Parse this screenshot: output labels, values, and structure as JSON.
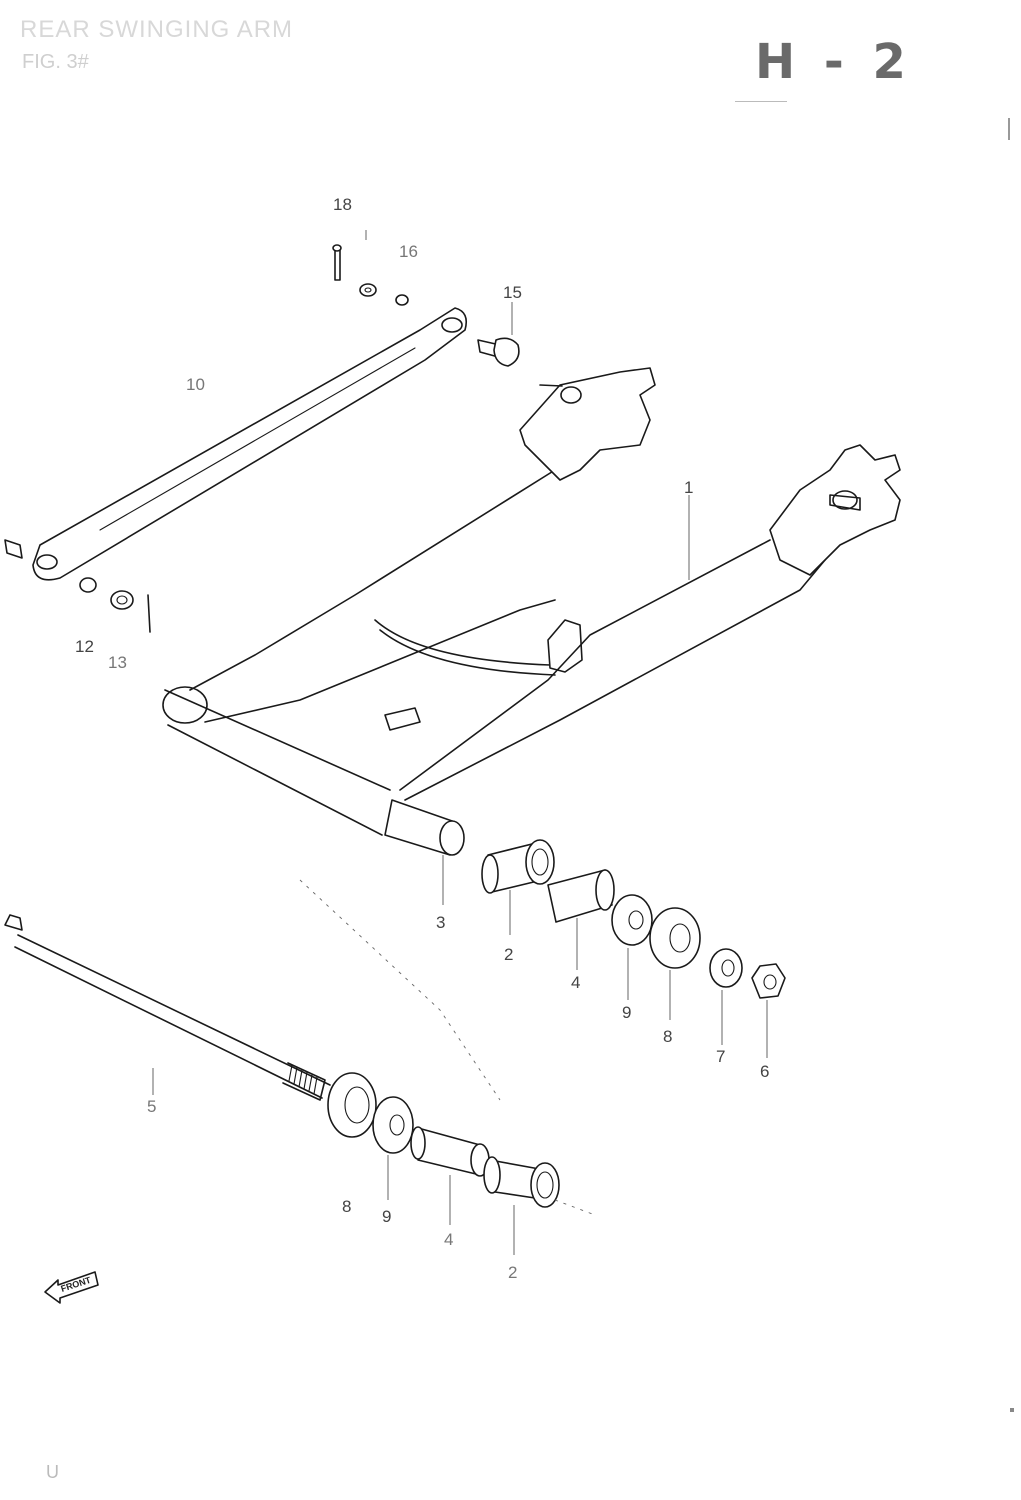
{
  "header": {
    "title": "REAR SWINGING ARM",
    "subtitle": "FIG. 3#",
    "page_code": "H - 2"
  },
  "footer": {
    "page_marker": "U"
  },
  "front_arrow": {
    "label": "FRONT"
  },
  "callouts": [
    {
      "id": "c18",
      "number": "18"
    },
    {
      "id": "c16",
      "number": "16"
    },
    {
      "id": "c15",
      "number": "15"
    },
    {
      "id": "c10",
      "number": "10"
    },
    {
      "id": "c1",
      "number": "1"
    },
    {
      "id": "c12",
      "number": "12"
    },
    {
      "id": "c13",
      "number": "13"
    },
    {
      "id": "c3",
      "number": "3"
    },
    {
      "id": "c2a",
      "number": "2"
    },
    {
      "id": "c4a",
      "number": "4"
    },
    {
      "id": "c9a",
      "number": "9"
    },
    {
      "id": "c8a",
      "number": "8"
    },
    {
      "id": "c7",
      "number": "7"
    },
    {
      "id": "c6",
      "number": "6"
    },
    {
      "id": "c5",
      "number": "5"
    },
    {
      "id": "c8b",
      "number": "8"
    },
    {
      "id": "c9b",
      "number": "9"
    },
    {
      "id": "c4b",
      "number": "4"
    },
    {
      "id": "c2b",
      "number": "2"
    }
  ]
}
